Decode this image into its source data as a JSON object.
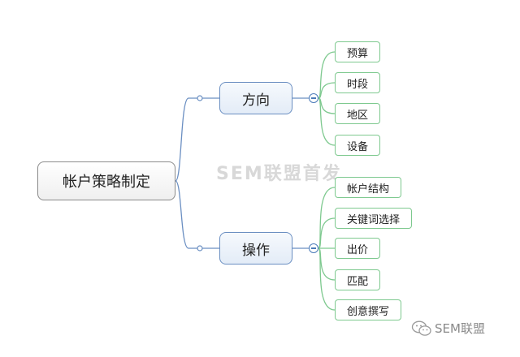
{
  "root": {
    "label": "帐户策略制定"
  },
  "branches": [
    {
      "label": "方向",
      "children": [
        "预算",
        "时段",
        "地区",
        "设备"
      ]
    },
    {
      "label": "操作",
      "children": [
        "帐户结构",
        "关键词选择",
        "出价",
        "匹配",
        "创意撰写"
      ]
    }
  ],
  "watermark": "SEM联盟首发",
  "brand": {
    "icon": "wechat-icon",
    "label": "SEM联盟"
  },
  "colors": {
    "root_border": "#8a8a8a",
    "branch_border": "#6b8fc2",
    "leaf_border": "#7ec98f",
    "watermark": "#d8d8d8"
  }
}
